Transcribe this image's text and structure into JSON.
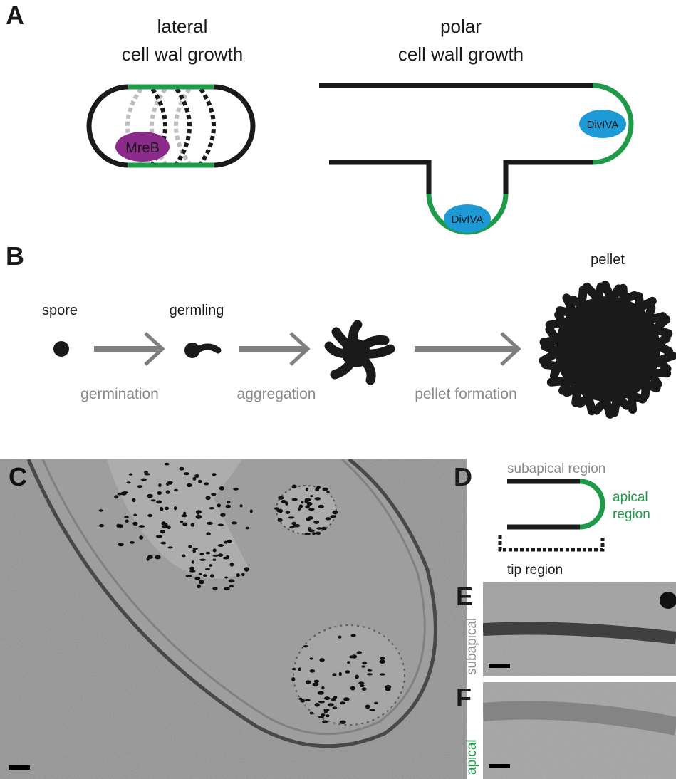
{
  "colors": {
    "wall": "#1a1a1a",
    "growth": "#1e9b48",
    "mreb": "#8b2a8b",
    "divIVA": "#1d9ad6",
    "process_text": "#8a8a8a",
    "dashed_light": "#bdbdbd",
    "em_background": "#8c8c8c"
  },
  "panel_a": {
    "letter": "A",
    "lateral_title_1": "lateral",
    "lateral_title_2": "cell wal growth",
    "polar_title_1": "polar",
    "polar_title_2": "cell wall growth",
    "mreb_label": "MreB",
    "divIVA_label_1": "DivIVA",
    "divIVA_label_2": "DivIVA"
  },
  "panel_b": {
    "letter": "B",
    "stages": {
      "spore": "spore",
      "germling": "germling",
      "pellet": "pellet"
    },
    "processes": {
      "germination": "germination",
      "aggregation": "aggregation",
      "pellet_formation": "pellet formation"
    }
  },
  "panel_c": {
    "letter": "C"
  },
  "panel_d": {
    "letter": "D",
    "subapical_region": "subapical region",
    "apical_1": "apical",
    "apical_2": "region",
    "tip_region": "tip region"
  },
  "panel_e": {
    "letter": "E",
    "side_label": "subapical"
  },
  "panel_f": {
    "letter": "F",
    "side_label": "apical"
  }
}
